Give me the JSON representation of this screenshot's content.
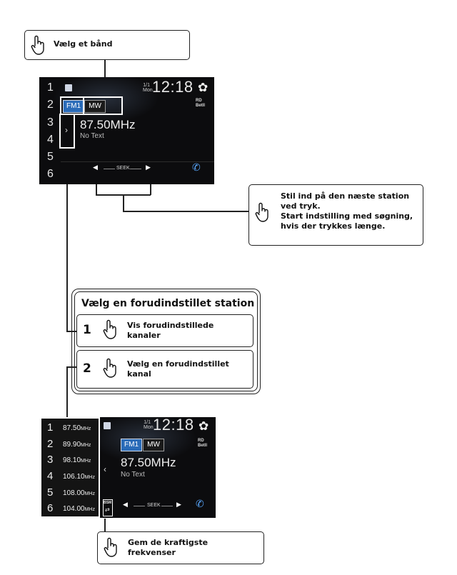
{
  "callouts": {
    "select_band": "Vælg et bånd",
    "seek_line1": "Stil ind på den næste station",
    "seek_line2": "ved tryk.",
    "seek_line3": "Start indstilling med søgning,",
    "seek_line4": "hvis der trykkes længe.",
    "bsm_line1": "Gem de kraftigste",
    "bsm_line2": "frekvenser"
  },
  "preset_box": {
    "title": "Vælg en forudindstillet station",
    "steps": [
      {
        "num": "1",
        "line1": "Vis forudindstillede",
        "line2": "kanaler"
      },
      {
        "num": "2",
        "line1": "Vælg en forudindstillet",
        "line2": "kanal"
      }
    ]
  },
  "screen": {
    "preset_numbers": [
      "1",
      "2",
      "3",
      "4",
      "5",
      "6"
    ],
    "band_fm": "FM1",
    "band_mw": "MW",
    "frequency": "87.50MHz",
    "radio_text": "No Text",
    "date_top": "1/1",
    "date_day": "Mon",
    "clock": "12:18",
    "rds_line1": "RD",
    "rds_line2": "Betll",
    "seek_label": "SEEK",
    "bsm_label": "BSM",
    "expand_icon": "chevron-right-icon",
    "collapse_icon": "chevron-left-icon",
    "settings_icon": "gear-icon",
    "phone_icon": "phone-icon"
  },
  "preset_list": [
    {
      "num": "1",
      "freq": "87.50",
      "unit": "MHz"
    },
    {
      "num": "2",
      "freq": "89.90",
      "unit": "MHz"
    },
    {
      "num": "3",
      "freq": "98.10",
      "unit": "MHz"
    },
    {
      "num": "4",
      "freq": "106.10",
      "unit": "MHz"
    },
    {
      "num": "5",
      "freq": "108.00",
      "unit": "MHz"
    },
    {
      "num": "6",
      "freq": "104.00",
      "unit": "MHz"
    }
  ]
}
